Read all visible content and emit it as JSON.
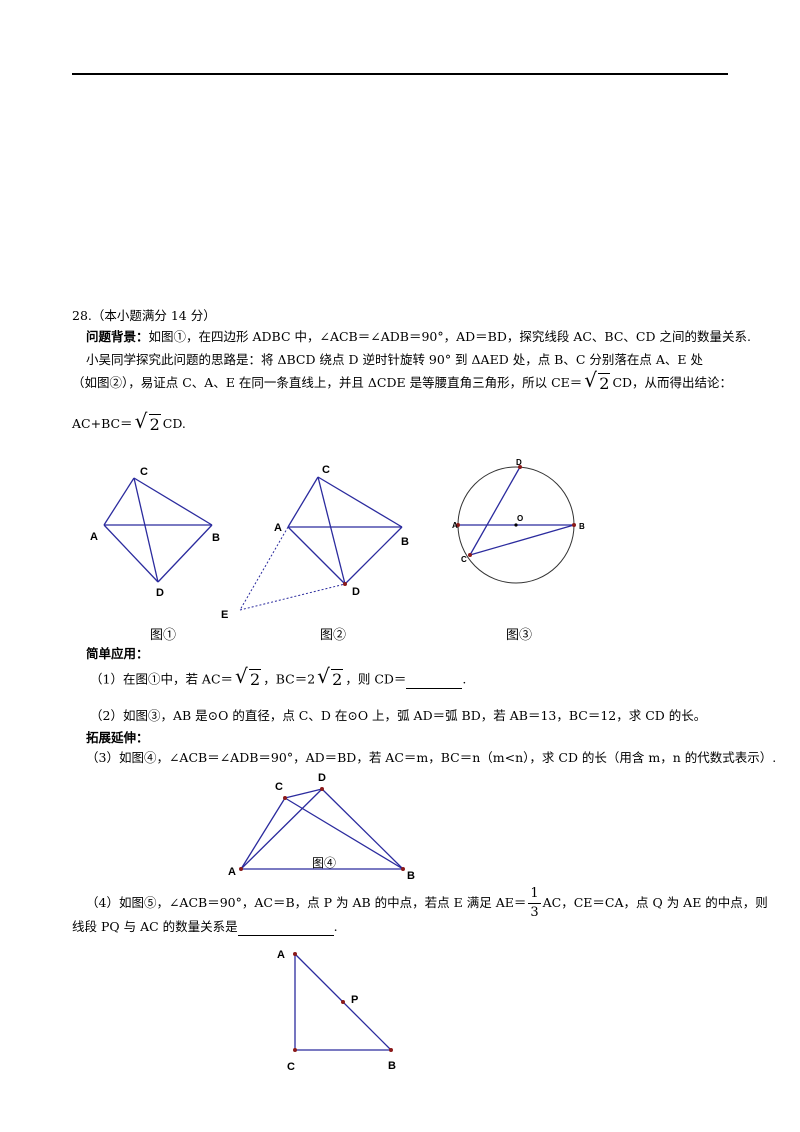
{
  "header": {
    "problem_head": "28.（本小题满分 14 分）"
  },
  "background": {
    "label": "问题背景：",
    "text": "如图①，在四边形 ADBC 中，∠ACB＝∠ADB＝90°，AD＝BD，探究线段 AC、BC、CD 之间的数量关系.",
    "para2_a": "小吴同学探究此问题的思路是：将 ΔBCD 绕点 D 逆时针旋转 90° 到 ΔAED 处，点 B、C 分别落在点 A、E 处",
    "para2_b": "（如图②），易证点 C、A、E 在同一条直线上，并且 ΔCDE 是等腰直角三角形，所以 CE＝",
    "para2_b_end": "CD，从而得出结论：",
    "conclusion_start": "AC+BC＝",
    "conclusion_end": "CD.",
    "sqrt2": "2"
  },
  "figures": {
    "fig1": "图①",
    "fig2": "图②",
    "fig3": "图③",
    "fig4": "图④",
    "labels": {
      "A": "A",
      "B": "B",
      "C": "C",
      "D": "D",
      "E": "E",
      "O": "O",
      "P": "P"
    }
  },
  "simple": {
    "label": "简单应用：",
    "q1_a": "（1）在图①中，若 AC＝",
    "q1_b": "，BC＝2",
    "q1_c": "，则 CD＝",
    "q1_end": ".",
    "q2": "（2）如图③，AB 是⊙O 的直径，点 C、D 在⊙O 上，弧 AD＝弧 BD，若 AB＝13，BC＝12，求 CD 的长。"
  },
  "extend": {
    "label": "拓展延伸：",
    "q3": "（3）如图④，∠ACB＝∠ADB＝90°，AD＝BD，若 AC＝m，BC＝n（m<n），求 CD 的长（用含 m，n 的代数式表示）.",
    "q4_a": "（4）如图⑤，∠ACB＝90°，AC＝B，点 P 为 AB 的中点，若点 E 满足 AE＝",
    "q4_frac_n": "1",
    "q4_frac_d": "3",
    "q4_b": "AC，CE＝CA，点 Q 为 AE 的中点，则",
    "q4_c": "线段 PQ 与 AC 的数量关系是",
    "q4_end": "."
  },
  "colors": {
    "line": "#2b2b9e",
    "point": "#8b1a1a"
  }
}
